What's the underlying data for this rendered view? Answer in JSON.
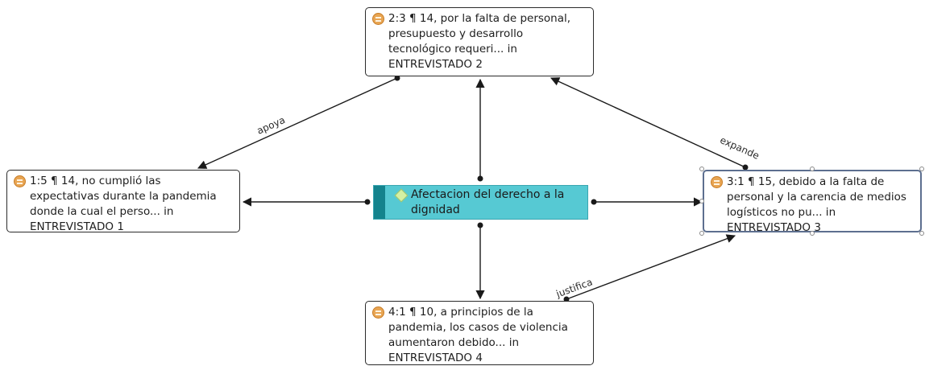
{
  "nodes": {
    "n2": {
      "ref": "2:3 ¶ 14, por la falta de personal, presupuesto y desarrollo tecnológico requeri... in ENTREVISTADO 2",
      "icon": "quotation-icon"
    },
    "n1": {
      "ref": "1:5 ¶ 14, no cumplió las expectativas durante la pandemia donde la cual el perso... in ENTREVISTADO 1",
      "icon": "quotation-icon"
    },
    "n3": {
      "ref": "3:1 ¶ 15, debido a la falta de personal y la carencia de medios logísticos no pu... in ENTREVISTADO 3",
      "icon": "quotation-icon"
    },
    "n4": {
      "ref": "4:1 ¶ 10, a principios de la pandemia, los casos de violencia aumentaron debido... in ENTREVISTADO 4",
      "icon": "quotation-icon"
    }
  },
  "code": {
    "label": "Afectacion del derecho a la dignidad",
    "icon": "code-diamond-icon"
  },
  "links": {
    "apoya": "apoya",
    "expande": "expande",
    "justifica": "justifica"
  },
  "colors": {
    "code_fill": "#56c9d3",
    "code_stripe": "#14838d",
    "quote_icon": "#e8a553",
    "edge": "#1a1a1a"
  }
}
